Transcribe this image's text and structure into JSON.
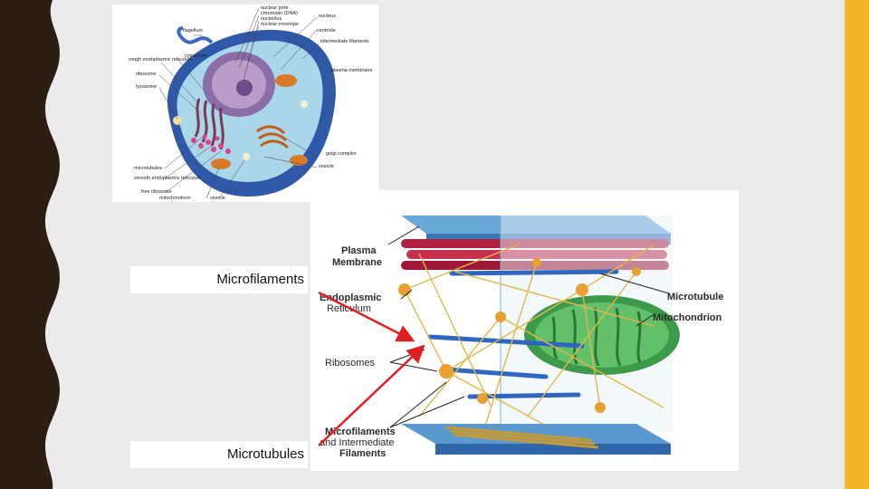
{
  "colors": {
    "background": "#ebebeb",
    "left_border": "#2a1f12",
    "right_accent": "#f4b62a",
    "arrow": "#e02020"
  },
  "cell_diagram": {
    "labels": {
      "nuclear_pore": "nuclear pore",
      "chromatin": "chromatin (DNA)",
      "nucleolus": "nucleolus",
      "nuclear_envelope": "nuclear envelope",
      "nucleus": "nucleus",
      "flagellum": "flagellum",
      "centriole": "centriole",
      "intermediate_filaments": "intermediate filaments",
      "rough_er": "rough endoplasmic reticulum",
      "cytoplasm": "cytoplasm",
      "ribosome": "ribosome",
      "plasma_membrane": "plasma membrane",
      "lysosome": "lysosome",
      "golgi": "golgi complex",
      "vesicle_right": "vesicle",
      "microtubules": "microtubules",
      "smooth_er": "smooth endoplasmic reticulum",
      "free_ribosome": "free ribosome",
      "mitochondrion": "mitochondrion",
      "vesicle_bottom": "vesicle"
    }
  },
  "cytoskeleton_diagram": {
    "labels": {
      "plasma_membrane": "Plasma Membrane",
      "er": "Endoplasmic Reticulum",
      "microtubule": "Microtubule",
      "mitochondrion": "Mitochondrion",
      "ribosomes": "Ribosomes",
      "microfilaments": "Microfilaments and Intermediate Filaments"
    }
  },
  "captions": {
    "microfilaments": "Microfilaments",
    "microtubules": "Microtubules"
  }
}
